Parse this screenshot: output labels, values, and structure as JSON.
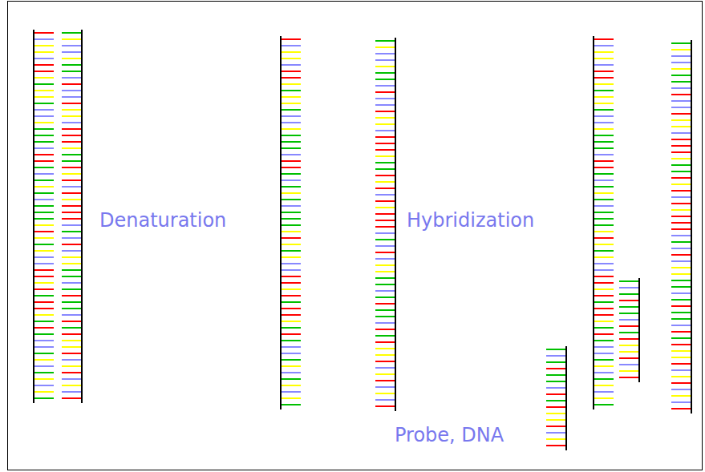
{
  "diagram": {
    "labels": [
      "Denaturation",
      "Hybridization",
      "Probe, DNA"
    ]
  }
}
